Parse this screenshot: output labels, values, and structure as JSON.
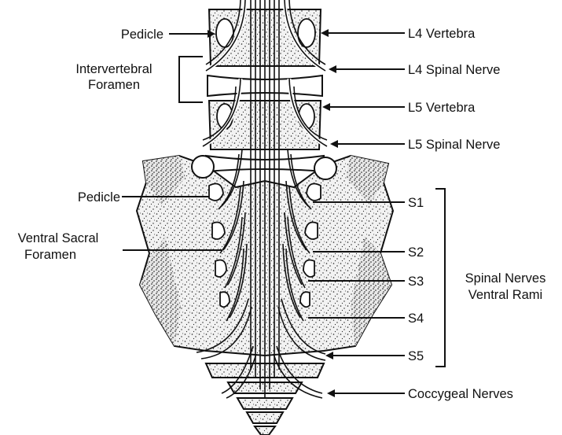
{
  "labels": {
    "pedicle_top": "Pedicle",
    "intervertebral_1": "Intervertebral",
    "intervertebral_2": "Foramen",
    "pedicle_mid": "Pedicle",
    "ventral_sacral_1": "Ventral Sacral",
    "ventral_sacral_2": "Foramen",
    "l4_vertebra": "L4 Vertebra",
    "l4_spinal_nerve": "L4 Spinal Nerve",
    "l5_vertebra": "L5 Vertebra",
    "l5_spinal_nerve": "L5 Spinal Nerve",
    "s1": "S1",
    "s2": "S2",
    "s3": "S3",
    "s4": "S4",
    "s5": "S5",
    "spinal_nerves_1": "Spinal Nerves",
    "spinal_nerves_2": "Ventral Rami",
    "coccygeal_nerves": "Coccygeal Nerves"
  },
  "colors": {
    "ink": "#111111",
    "paper": "#ffffff"
  }
}
